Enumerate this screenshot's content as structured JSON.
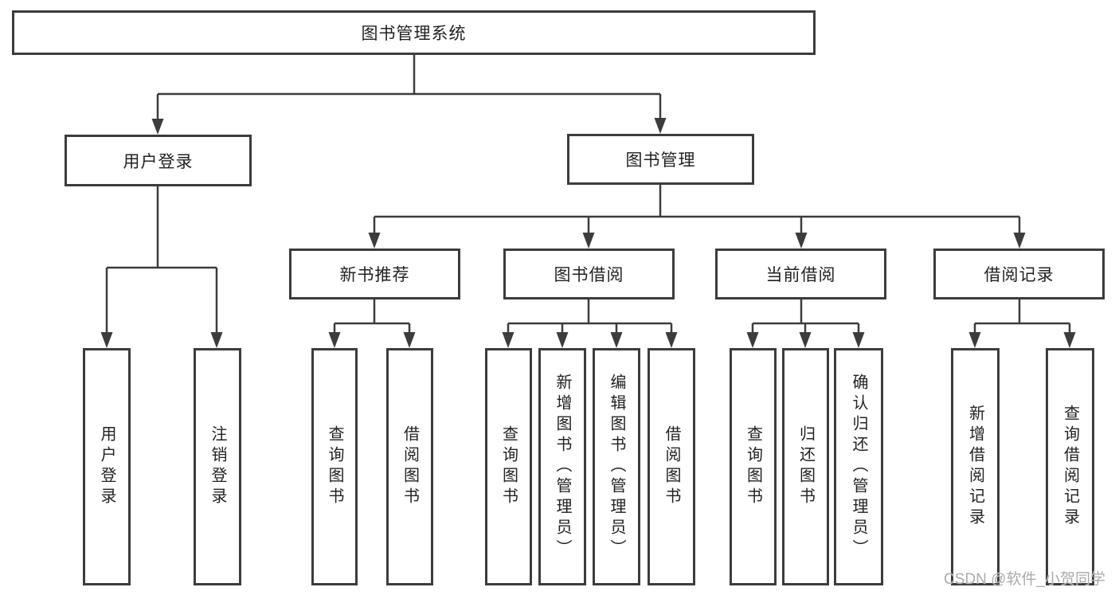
{
  "diagram": {
    "type": "tree",
    "title": "图书管理系统",
    "colors": {
      "line": "#3c3c3c",
      "box_border": "#3c3c3c",
      "box_fill": "#ffffff",
      "text": "#222222",
      "watermark": "#ababab",
      "background": "#ffffff"
    },
    "nodes": {
      "root": {
        "label": "图书管理系统"
      },
      "user_login": {
        "label": "用户登录"
      },
      "book_mgmt": {
        "label": "图书管理"
      },
      "new_book_rec": {
        "label": "新书推荐"
      },
      "book_borrow": {
        "label": "图书借阅"
      },
      "current_borrow": {
        "label": "当前借阅"
      },
      "borrow_record": {
        "label": "借阅记录"
      }
    },
    "leaves": {
      "user_login_leaf": {
        "label": "用户登录"
      },
      "logout_leaf": {
        "label": "注销登录"
      },
      "rec_query_books": {
        "label": "查询图书"
      },
      "rec_borrow_books": {
        "label": "借阅图书"
      },
      "borrow_query_books": {
        "label": "查询图书"
      },
      "borrow_add_books": {
        "label": "新增图书（管理员）"
      },
      "borrow_edit_books": {
        "label": "编辑图书（管理员）"
      },
      "borrow_borrow_books": {
        "label": "借阅图书"
      },
      "cur_query_books": {
        "label": "查询图书"
      },
      "cur_return_books": {
        "label": "归还图书"
      },
      "cur_confirm_return": {
        "label": "确认归还（管理员）"
      },
      "record_add": {
        "label": "新增借阅记录"
      },
      "record_query": {
        "label": "查询借阅记录"
      }
    },
    "hierarchy": {
      "图书管理系统": [
        "用户登录",
        "图书管理"
      ],
      "用户登录": [
        "用户登录",
        "注销登录"
      ],
      "图书管理": [
        "新书推荐",
        "图书借阅",
        "当前借阅",
        "借阅记录"
      ],
      "新书推荐": [
        "查询图书",
        "借阅图书"
      ],
      "图书借阅": [
        "查询图书",
        "新增图书（管理员）",
        "编辑图书（管理员）",
        "借阅图书"
      ],
      "当前借阅": [
        "查询图书",
        "归还图书",
        "确认归还（管理员）"
      ],
      "借阅记录": [
        "新增借阅记录",
        "查询借阅记录"
      ]
    },
    "watermark": {
      "text": "CSDN @软件_小贺同学"
    }
  }
}
